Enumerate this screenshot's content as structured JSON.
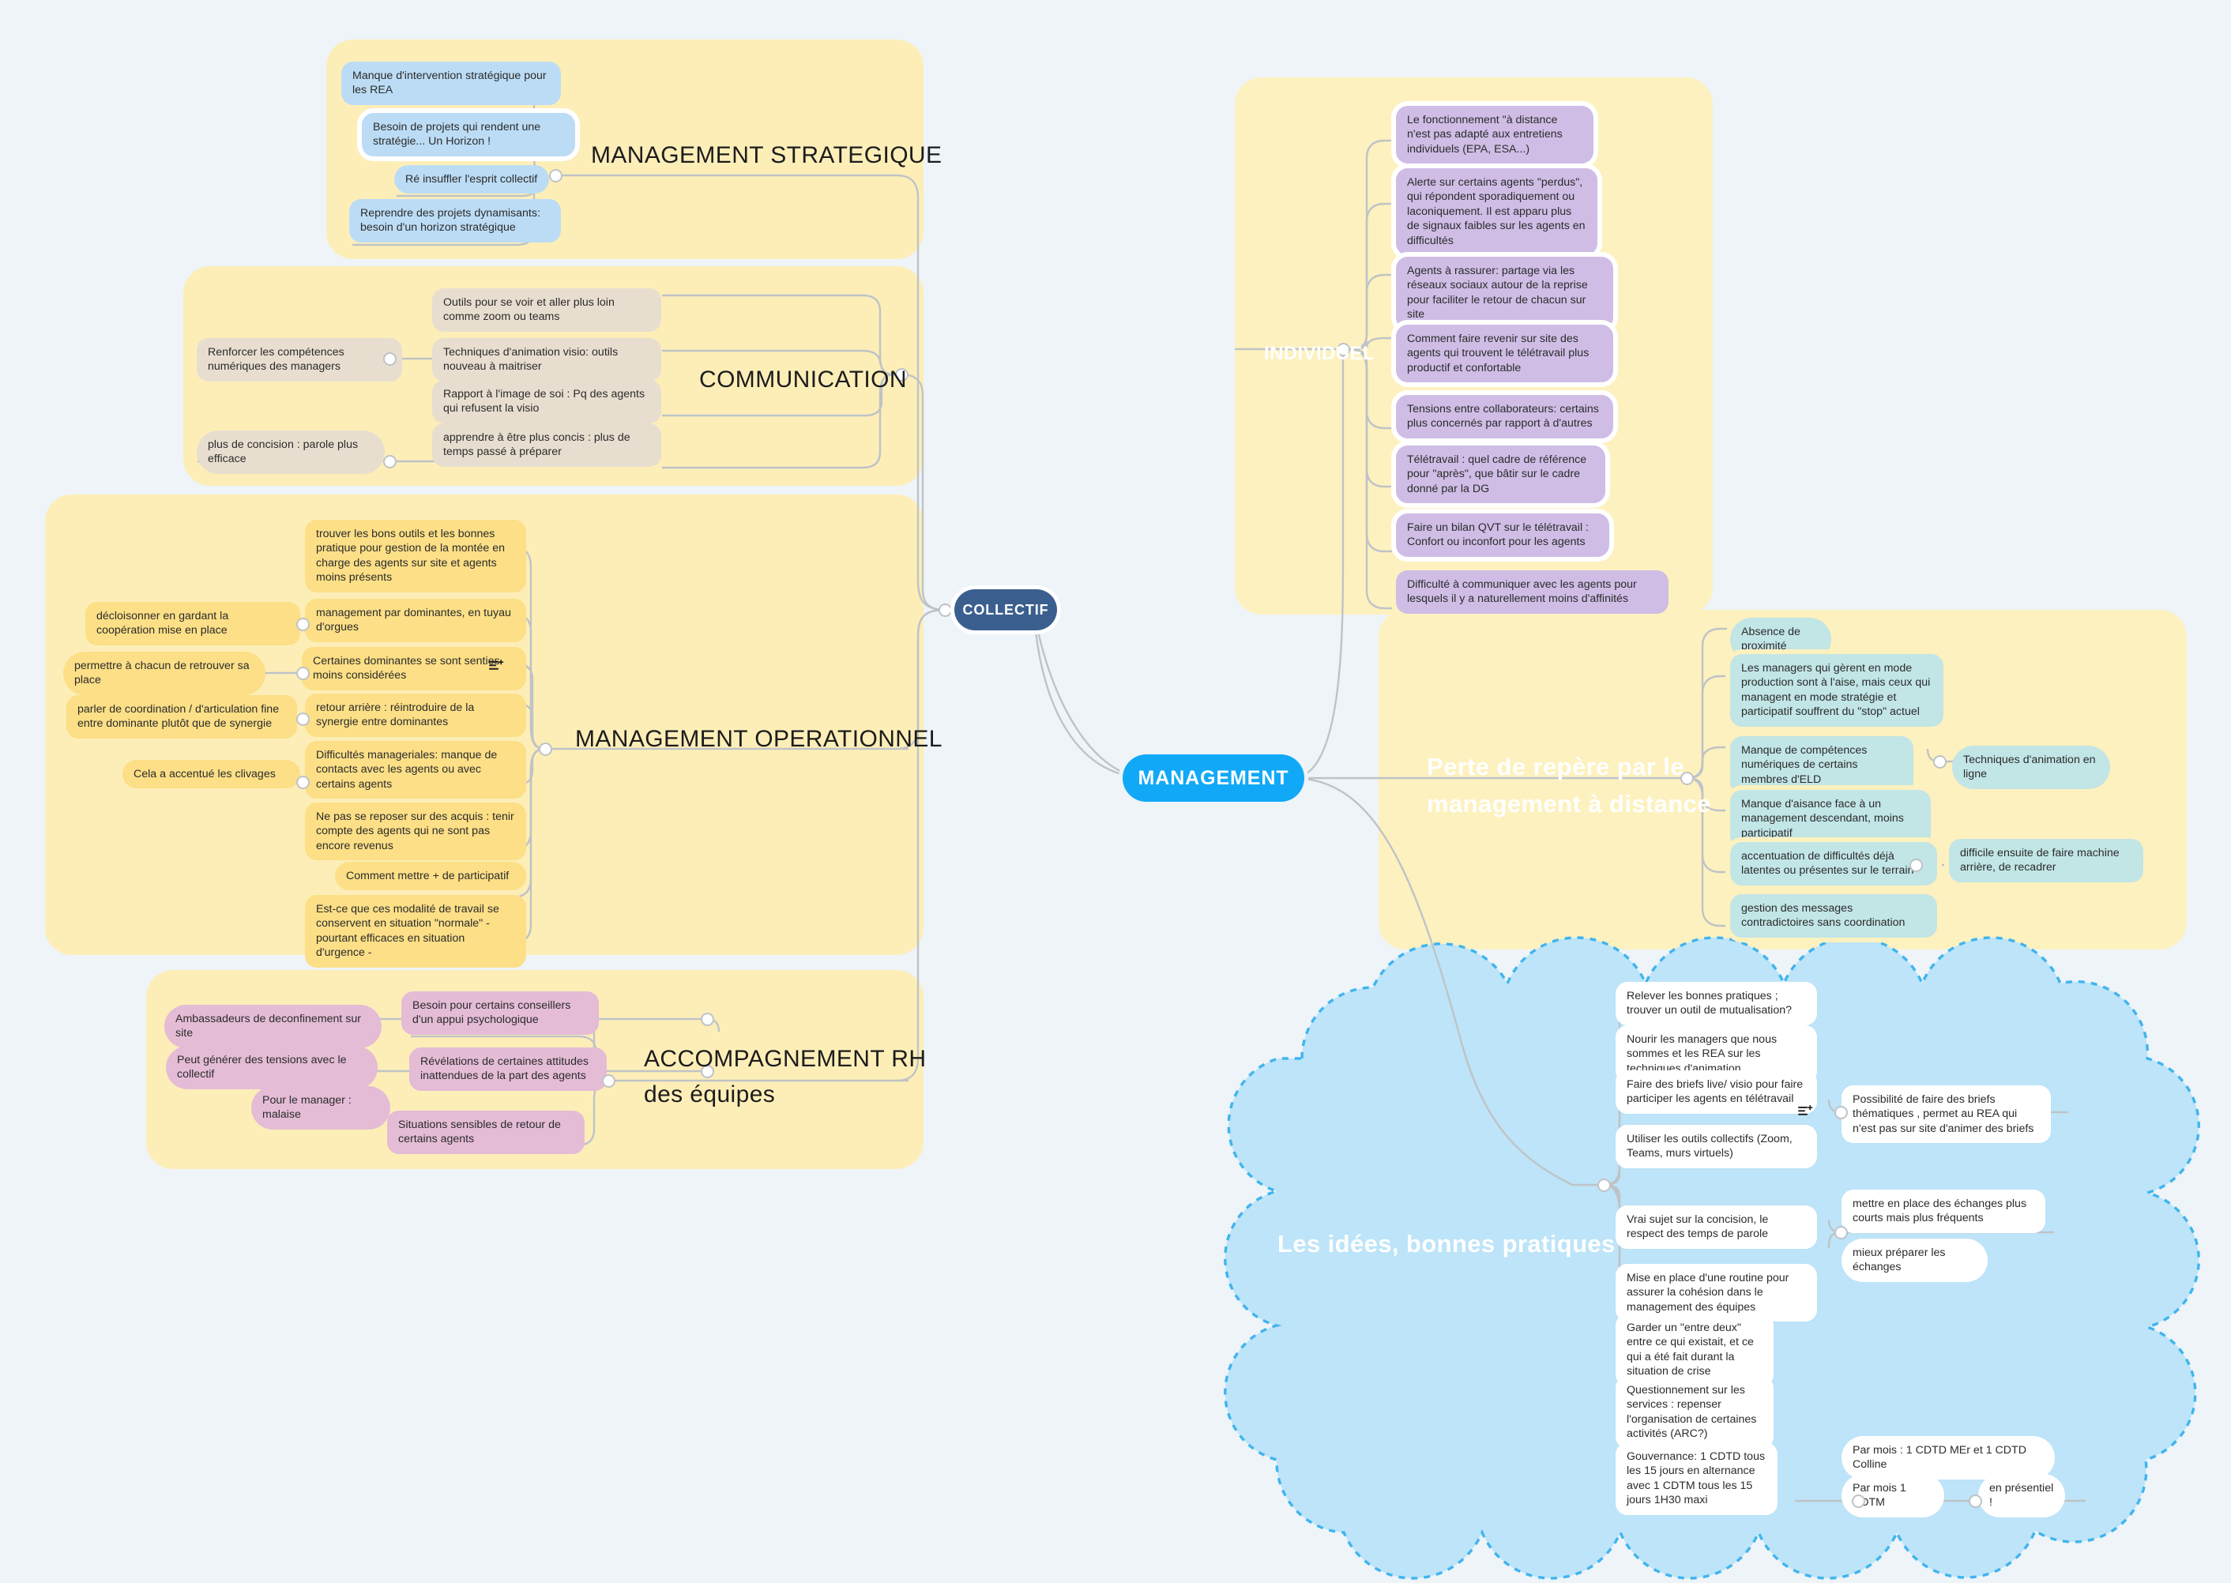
{
  "root": {
    "label": "MANAGEMENT",
    "color": "#11a9f7"
  },
  "collectif": {
    "label": "COLLECTIF",
    "color": "#3a5f8f"
  },
  "branches": {
    "management_strategique": {
      "title": "MANAGEMENT STRATEGIQUE",
      "panel_color": "#fdeeb8",
      "node_color": "#bcdcf5",
      "nodes": [
        {
          "text": "Manque d'intervention stratégique pour les REA"
        },
        {
          "text": "Besoin de projets qui rendent une stratégie... Un Horizon !"
        },
        {
          "text": "Ré insuffler l'esprit collectif"
        },
        {
          "text": "Reprendre des projets dynamisants: besoin d'un horizon stratégique"
        }
      ]
    },
    "communication": {
      "title": "COMMUNICATION",
      "panel_color": "#fdeeb8",
      "node_color": "#e8ded0",
      "nodes": [
        {
          "text": "Outils pour se voir et aller plus loin comme zoom ou teams"
        },
        {
          "text": "Renforcer les compétences numériques des managers"
        },
        {
          "text": "Techniques d'animation visio: outils nouveau à maitriser"
        },
        {
          "text": "Rapport à l'image de soi : Pq des agents qui refusent la visio"
        },
        {
          "text": "plus de concision : parole plus efficace"
        },
        {
          "text": "apprendre à être plus concis : plus de temps passé à préparer"
        }
      ]
    },
    "management_operationnel": {
      "title": "MANAGEMENT OPERATIONNEL",
      "panel_color": "#fdeeb8",
      "node_color": "#fcdf86",
      "nodes": [
        {
          "text": "trouver les bons outils et les bonnes pratique pour gestion de la montée en charge des agents sur site et agents moins présents"
        },
        {
          "text": "décloisonner en gardant la coopération mise en place"
        },
        {
          "text": "management par dominantes, en tuyau d'orgues"
        },
        {
          "text": "permettre à chacun de retrouver sa place"
        },
        {
          "text": "Certaines dominantes se sont senties moins considérées",
          "icon": "note-add-icon"
        },
        {
          "text": "parler de coordination / d'articulation fine entre dominante plutôt que de synergie"
        },
        {
          "text": "retour arrière : réintroduire de la synergie entre dominantes"
        },
        {
          "text": "Cela a accentué les clivages"
        },
        {
          "text": "Difficultés manageriales: manque de contacts avec les agents ou avec certains agents"
        },
        {
          "text": "Ne pas se reposer sur des acquis : tenir compte des agents qui ne sont pas encore revenus"
        },
        {
          "text": "Comment mettre + de participatif"
        },
        {
          "text": "Est-ce que ces modalité de travail se conservent en situation \"normale\"  - pourtant efficaces en situation d'urgence -"
        }
      ]
    },
    "accompagnement_rh": {
      "title": "ACCOMPAGNEMENT RH\ndes équipes",
      "panel_color": "#fdeeb8",
      "node_color": "#e4bcd6",
      "nodes": [
        {
          "text": "Ambassadeurs de deconfinement sur site"
        },
        {
          "text": "Besoin pour certains conseillers d'un appui psychologique"
        },
        {
          "text": "Peut générer des tensions avec le collectif"
        },
        {
          "text": "Pour le manager : malaise"
        },
        {
          "text": "Révélations de certaines attitudes inattendues de la part des agents"
        },
        {
          "text": "Situations sensibles de retour de certains agents"
        }
      ]
    },
    "individuel": {
      "title": "INDIVIDUEL",
      "panel_color": "#fdf1bf",
      "node_color": "#cfbde6",
      "nodes": [
        {
          "text": "Le fonctionnement \"à distance  n'est pas adapté aux entretiens individuels (EPA, ESA...)"
        },
        {
          "text": "Alerte sur certains agents \"perdus\", qui répondent sporadiquement ou laconiquement. Il est apparu plus de signaux faibles sur les agents en difficultés"
        },
        {
          "text": "Agents à rassurer: partage via les réseaux sociaux autour de  la reprise pour faciliter le retour de chacun sur site"
        },
        {
          "text": "Comment faire revenir sur site des agents qui trouvent le télétravail plus productif et confortable"
        },
        {
          "text": "Tensions entre collaborateurs: certains plus concernés par rapport à d'autres"
        },
        {
          "text": "Télétravail : quel cadre de référence pour \"après\", que bâtir sur le cadre donné par la DG"
        },
        {
          "text": "Faire un bilan QVT sur le télétravail : Confort ou inconfort pour les agents"
        },
        {
          "text": "Difficulté à communiquer avec les agents pour lesquels il y a naturellement moins d'affinités"
        }
      ]
    },
    "perte_de_repere": {
      "title": "Perte de repère par le\nmanagement à distance",
      "panel_color": "#fdf1bf",
      "node_color": "#c2e5e6",
      "nodes": [
        {
          "text": "Absence de proximité"
        },
        {
          "text": "Les managers qui gèrent en mode production sont à l'aise, mais ceux qui managent en mode stratégie et participatif souffrent du \"stop\" actuel"
        },
        {
          "text": "Manque de compétences numériques de certains membres d'ELD"
        },
        {
          "text": "Techniques d'animation en ligne"
        },
        {
          "text": "Manque d'aisance face à un management descendant, moins participatif"
        },
        {
          "text": "accentuation de difficultés déjà latentes ou présentes sur le terrain"
        },
        {
          "text": "difficile ensuite de faire machine arrière, de recadrer"
        },
        {
          "text": "gestion des messages contradictoires sans coordination"
        }
      ]
    },
    "idees_bonnes_pratiques": {
      "title": "Les idées, bonnes pratiques",
      "panel_color": "#bde4f8",
      "node_color": "#ffffff",
      "nodes": [
        {
          "text": "Relever les bonnes pratiques ; trouver un outil de mutualisation?"
        },
        {
          "text": "Nourir les managers que nous sommes et les REA sur les techniques d'animation"
        },
        {
          "text": "Faire des briefs live/ visio pour faire participer les agents en télétravail",
          "icon": "note-add-icon"
        },
        {
          "text": "Possibilité de faire des briefs thématiques , permet au REA qui n'est pas sur site d'animer des briefs"
        },
        {
          "text": "Utiliser les outils collectifs (Zoom, Teams, murs virtuels)"
        },
        {
          "text": "Vrai sujet sur la concision, le respect des temps de parole"
        },
        {
          "text": "mettre en place des échanges plus courts mais plus fréquents"
        },
        {
          "text": "mieux préparer les échanges"
        },
        {
          "text": "Mise en place d'une routine pour assurer la cohésion dans le management des équipes"
        },
        {
          "text": "Garder un \"entre deux\" entre ce qui existait, et ce qui a été fait durant la situation de crise"
        },
        {
          "text": "Questionnement sur les services : repenser l'organisation de certaines activités (ARC?)"
        },
        {
          "text": "Gouvernance: 1 CDTD tous les 15 jours en alternance avec 1 CDTM tous les 15 jours 1H30 maxi"
        },
        {
          "text": "Par mois : 1 CDTD MEr et 1 CDTD Colline"
        },
        {
          "text": "Par mois 1 CDTM"
        },
        {
          "text": "en présentiel !"
        }
      ]
    }
  }
}
